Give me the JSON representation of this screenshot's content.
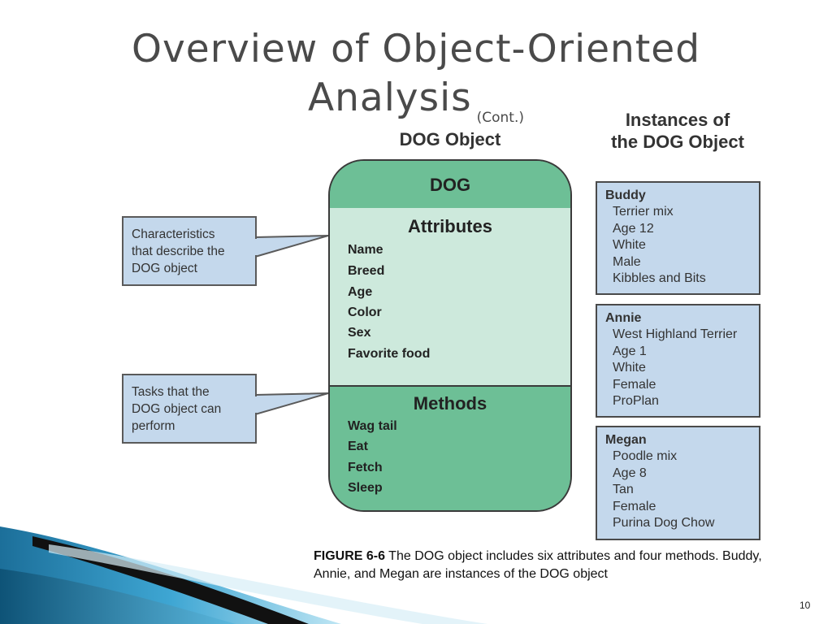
{
  "slide": {
    "title_line1": "Overview of Object-Oriented",
    "title_line2": "Analysis",
    "title_suffix": "(Cont.)",
    "page_number": "10"
  },
  "figure": {
    "dog_object_heading": "DOG Object",
    "instances_heading_line1": "Instances of",
    "instances_heading_line2": "the DOG Object",
    "class_name": "DOG",
    "attributes_heading": "Attributes",
    "attributes": [
      "Name",
      "Breed",
      "Age",
      "Color",
      "Sex",
      "Favorite food"
    ],
    "methods_heading": "Methods",
    "methods": [
      "Wag tail",
      "Eat",
      "Fetch",
      "Sleep"
    ],
    "callouts": {
      "attributes": [
        "Characteristics",
        "that describe the",
        "DOG object"
      ],
      "methods": [
        "Tasks that the",
        "DOG object can",
        "perform"
      ]
    },
    "instances": [
      {
        "name": "Buddy",
        "details": [
          "Terrier mix",
          "Age 12",
          "White",
          "Male",
          "Kibbles and Bits"
        ]
      },
      {
        "name": "Annie",
        "details": [
          "West Highland Terrier",
          "Age 1",
          "White",
          "Female",
          "ProPlan"
        ]
      },
      {
        "name": "Megan",
        "details": [
          "Poodle mix",
          "Age 8",
          "Tan",
          "Female",
          "Purina Dog Chow"
        ]
      }
    ]
  },
  "caption": {
    "label": "FIGURE 6-6",
    "text": "The DOG object includes six attributes and four methods. Buddy, Annie, and Megan are instances of the DOG object"
  },
  "colors": {
    "class_green": "#6dbf96",
    "attr_green": "#cde9dc",
    "callout_blue": "#c4d8ec",
    "title_gray": "#4a4a4a"
  }
}
